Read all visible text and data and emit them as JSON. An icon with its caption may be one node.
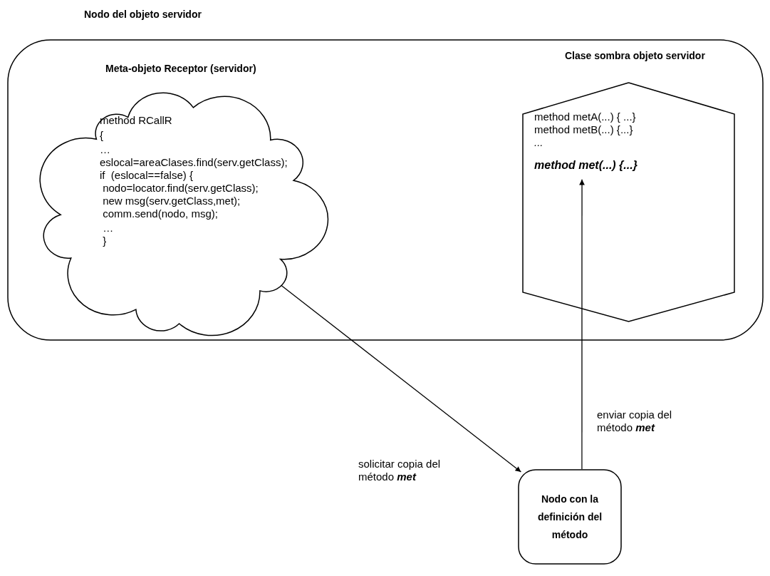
{
  "diagram": {
    "nodes": [
      {
        "text": [
          "Nodo del objeto servidor"
        ]
      },
      {
        "text": [
          "Meta-objeto Receptor (servidor)",
          "method RCallR",
          "{",
          "…",
          "eslocal=areaClases.find(serv.getClass);",
          "if  (eslocal==false) {",
          " nodo=locator.find(serv.getClass);",
          " new msg(serv.getClass,met);",
          " comm.send(nodo, msg);",
          " …",
          " }"
        ],
        "in": 0
      },
      {
        "text": [
          "Clase sombra objeto servidor",
          "method metA(...) { ...}",
          "method metB(...) {...}",
          "...",
          "method met(...) {...}"
        ],
        "in": 0
      },
      {
        "text": [
          "Nodo con la definición del método"
        ]
      }
    ],
    "edges": [
      {
        "from": 1,
        "to": 3,
        "arrow": "to",
        "label": "solicitar copia del método **met**"
      },
      {
        "from": 3,
        "to": 2,
        "arrow": "to",
        "label": "enviar copia del método **met**"
      }
    ]
  }
}
